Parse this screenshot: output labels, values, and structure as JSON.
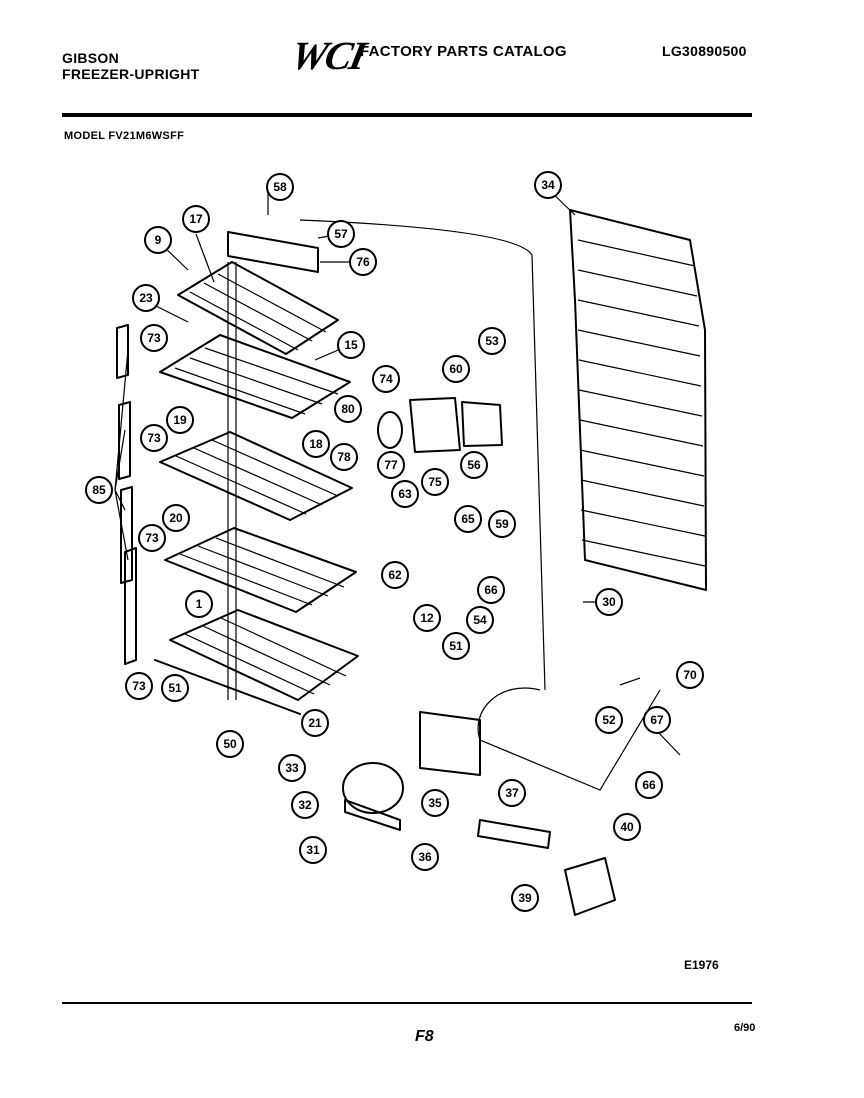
{
  "header": {
    "brand": "GIBSON",
    "product_line": "FREEZER-UPRIGHT",
    "logo": "WCI",
    "catalog_title": "FACTORY PARTS CATALOG",
    "catalog_code": "LG30890500",
    "model": "MODEL FV21M6WSFF"
  },
  "callouts": [
    "58",
    "57",
    "76",
    "9",
    "17",
    "23",
    "73",
    "15",
    "53",
    "60",
    "74",
    "80",
    "34",
    "19",
    "18",
    "78",
    "77",
    "75",
    "56",
    "85",
    "73",
    "63",
    "65",
    "59",
    "20",
    "73",
    "62",
    "66",
    "30",
    "1",
    "12",
    "54",
    "51",
    "70",
    "73",
    "51",
    "50",
    "21",
    "52",
    "67",
    "33",
    "32",
    "35",
    "37",
    "66",
    "40",
    "31",
    "36",
    "39"
  ],
  "footer": {
    "figure_code": "E1976",
    "page": "F8",
    "date": "6/90"
  }
}
